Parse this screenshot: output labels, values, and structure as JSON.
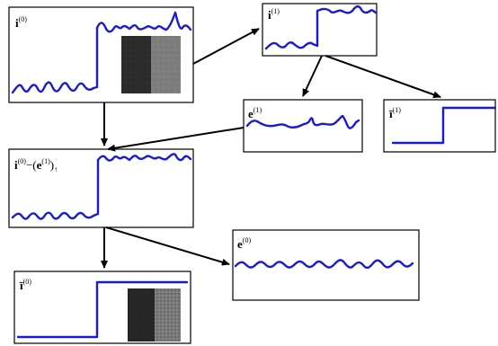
{
  "colors": {
    "signal": "#1a1ad6",
    "arrow": "#000000",
    "frame": "#000000"
  },
  "boxes": {
    "i0": {
      "symbol": "i",
      "superscript": "(0)"
    },
    "i1": {
      "symbol": "i",
      "superscript": "(1)"
    },
    "e1": {
      "symbol": "e",
      "superscript": "(1)"
    },
    "it1": {
      "symbol": "ī",
      "superscript": "(1)"
    },
    "diff": {
      "symbol_a": "i",
      "superscript_a": "(0)",
      "operator": "−(",
      "symbol_b": "e",
      "superscript_b": "(1)",
      "close": ")",
      "subscript": "↑"
    },
    "e0": {
      "symbol": "e",
      "superscript": "(0)"
    },
    "it0": {
      "symbol": "ī",
      "superscript": "(0)"
    }
  },
  "patches": {
    "top": {
      "left_gray": "#2c2c2c",
      "right_gray": "#7d7d7d"
    },
    "bottom": {
      "left_gray": "#262626",
      "right_gray": "#767676"
    }
  }
}
